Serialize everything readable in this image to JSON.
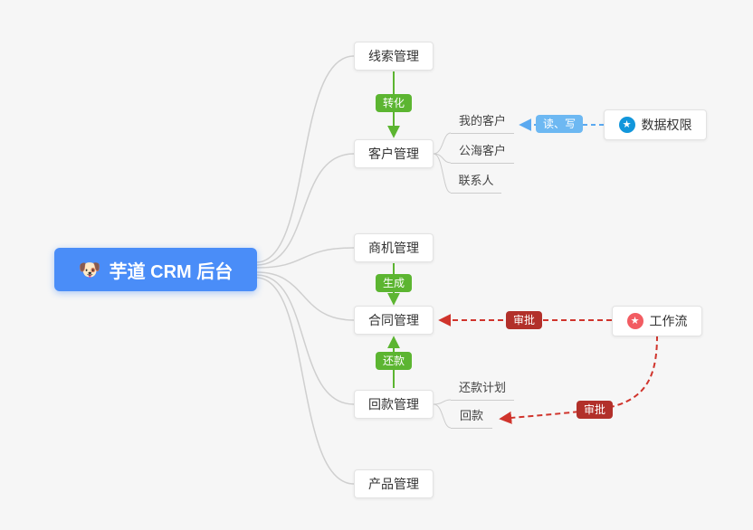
{
  "root": {
    "label": "芋道 CRM 后台",
    "icon_glyph": "🐶"
  },
  "branches": {
    "leads": "线索管理",
    "customers": "客户管理",
    "opportunities": "商机管理",
    "contracts": "合同管理",
    "receivables": "回款管理",
    "products": "产品管理"
  },
  "customer_children": {
    "my": "我的客户",
    "public": "公海客户",
    "contacts": "联系人"
  },
  "receivable_children": {
    "plan": "还款计划",
    "payment": "回款"
  },
  "external": {
    "data_permission": {
      "label": "数据权限",
      "icon_glyph": "★"
    },
    "workflow": {
      "label": "工作流",
      "icon_glyph": "★"
    }
  },
  "badges": {
    "convert": "转化",
    "generate": "生成",
    "repay": "还款",
    "read_write": "读、写",
    "approve_contract": "审批",
    "approve_receivable": "审批"
  },
  "colors": {
    "root_bg": "#4A8DF8",
    "badge_green": "#5CB531",
    "badge_blue": "#6DB8F2",
    "badge_red": "#B2302A",
    "arrow_red": "#D0342C",
    "arrow_blue": "#5AA9F0",
    "star_blue": "#1296DB",
    "star_red": "#F25C62",
    "connector_gray": "#CCCCCC",
    "background": "#F6F6F6"
  }
}
